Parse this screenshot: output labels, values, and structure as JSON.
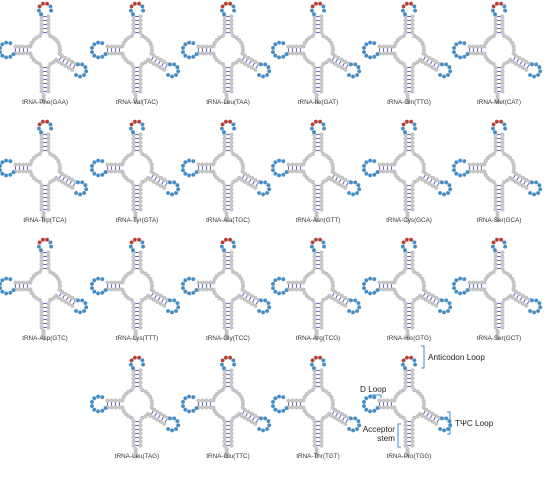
{
  "colors": {
    "anticodon_loop": "#c0392b",
    "loop_nucleotide": "#3b8fd1",
    "stem_nucleotide": "#c9c9c9",
    "stem_bond": "#3d3dbf",
    "bracket": "#3b8fd1"
  },
  "rows": [
    [
      "tRNA-Phe(GAA)",
      "tRNA-Val(TAC)",
      "tRNA-Leu(TAA)",
      "tRNA-Ile(GAT)",
      "tRNA-Gln(TTG)",
      "tRNA-Met(CAT)"
    ],
    [
      "tRNA-Trp(TCA)",
      "tRNA-Tyr(GTA)",
      "tRNA-Ala(TGC)",
      "tRNA-Asn(GTT)",
      "tRNA-Cys(GCA)",
      "tRNA-Ser(GCA)"
    ],
    [
      "tRNA-Asp(GTC)",
      "tRNA-Lys(TTT)",
      "tRNA-Gly(TCC)",
      "tRNA-Arg(TCG)",
      "tRNA-His(GTG)",
      "tRNA-Ser(GCT)"
    ],
    [
      "tRNA-Leu(TAG)",
      "tRNA-Glu(TTC)",
      "tRNA-Thr(TGT)",
      "tRNA-Pro(TGG)"
    ]
  ],
  "annotations": {
    "anticodon_loop": "Anticodon Loop",
    "d_loop": "D Loop",
    "acceptor_stem_line1": "Acceptor",
    "acceptor_stem_line2": "stem",
    "tpsic_loop": "TΨC Loop"
  }
}
